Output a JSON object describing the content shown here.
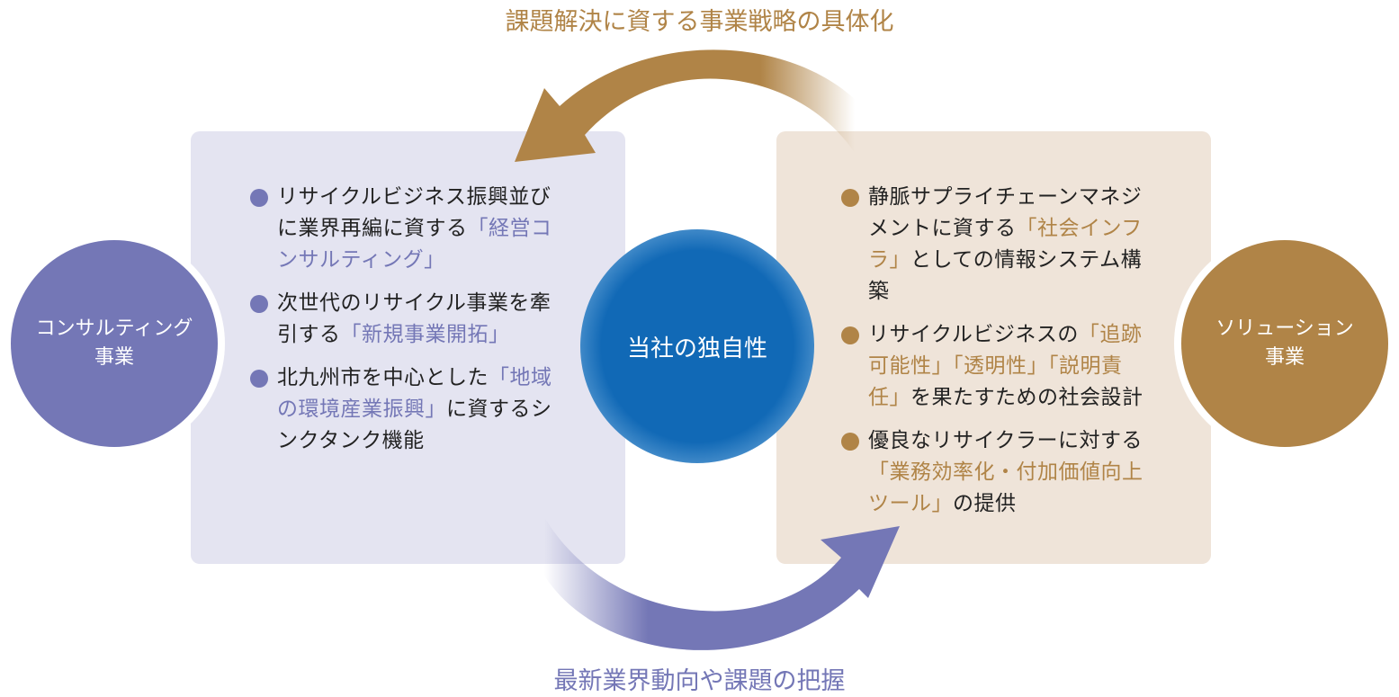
{
  "top_caption": "課題解決に資する事業戦略の具体化",
  "bottom_caption": "最新業界動向や課題の把握",
  "center": "当社の独自性",
  "colors": {
    "purple": "#7477b6",
    "brown": "#b08447",
    "blue": "#1169b6"
  },
  "left_circle": {
    "line1": "コンサルティング",
    "line2": "事業"
  },
  "right_circle": {
    "line1": "ソリューション",
    "line2": "事業"
  },
  "left_items": [
    {
      "a": "リサイクルビジネス振興並びに業界再編に資する",
      "b": "「経営コンサルティング」",
      "c": ""
    },
    {
      "a": "次世代のリサイクル事業を牽引する",
      "b": "「新規事業開拓」",
      "c": ""
    },
    {
      "a": "北九州市を中心とした",
      "b": "「地域の環境産業振興」",
      "c": "に資するシンクタンク機能"
    }
  ],
  "right_items": [
    {
      "a": "静脈サプライチェーンマネジメントに資する",
      "b": "「社会インフラ」",
      "c": "としての情報システム構築"
    },
    {
      "a": "リサイクルビジネスの",
      "b": "「追跡可能性」「透明性」「説明責　任」",
      "c": "を果たすための社会設計"
    },
    {
      "a": "優良なリサイクラーに対する",
      "b": "「業務効率化・付加価値向上ツール」",
      "c": "の提供"
    }
  ]
}
